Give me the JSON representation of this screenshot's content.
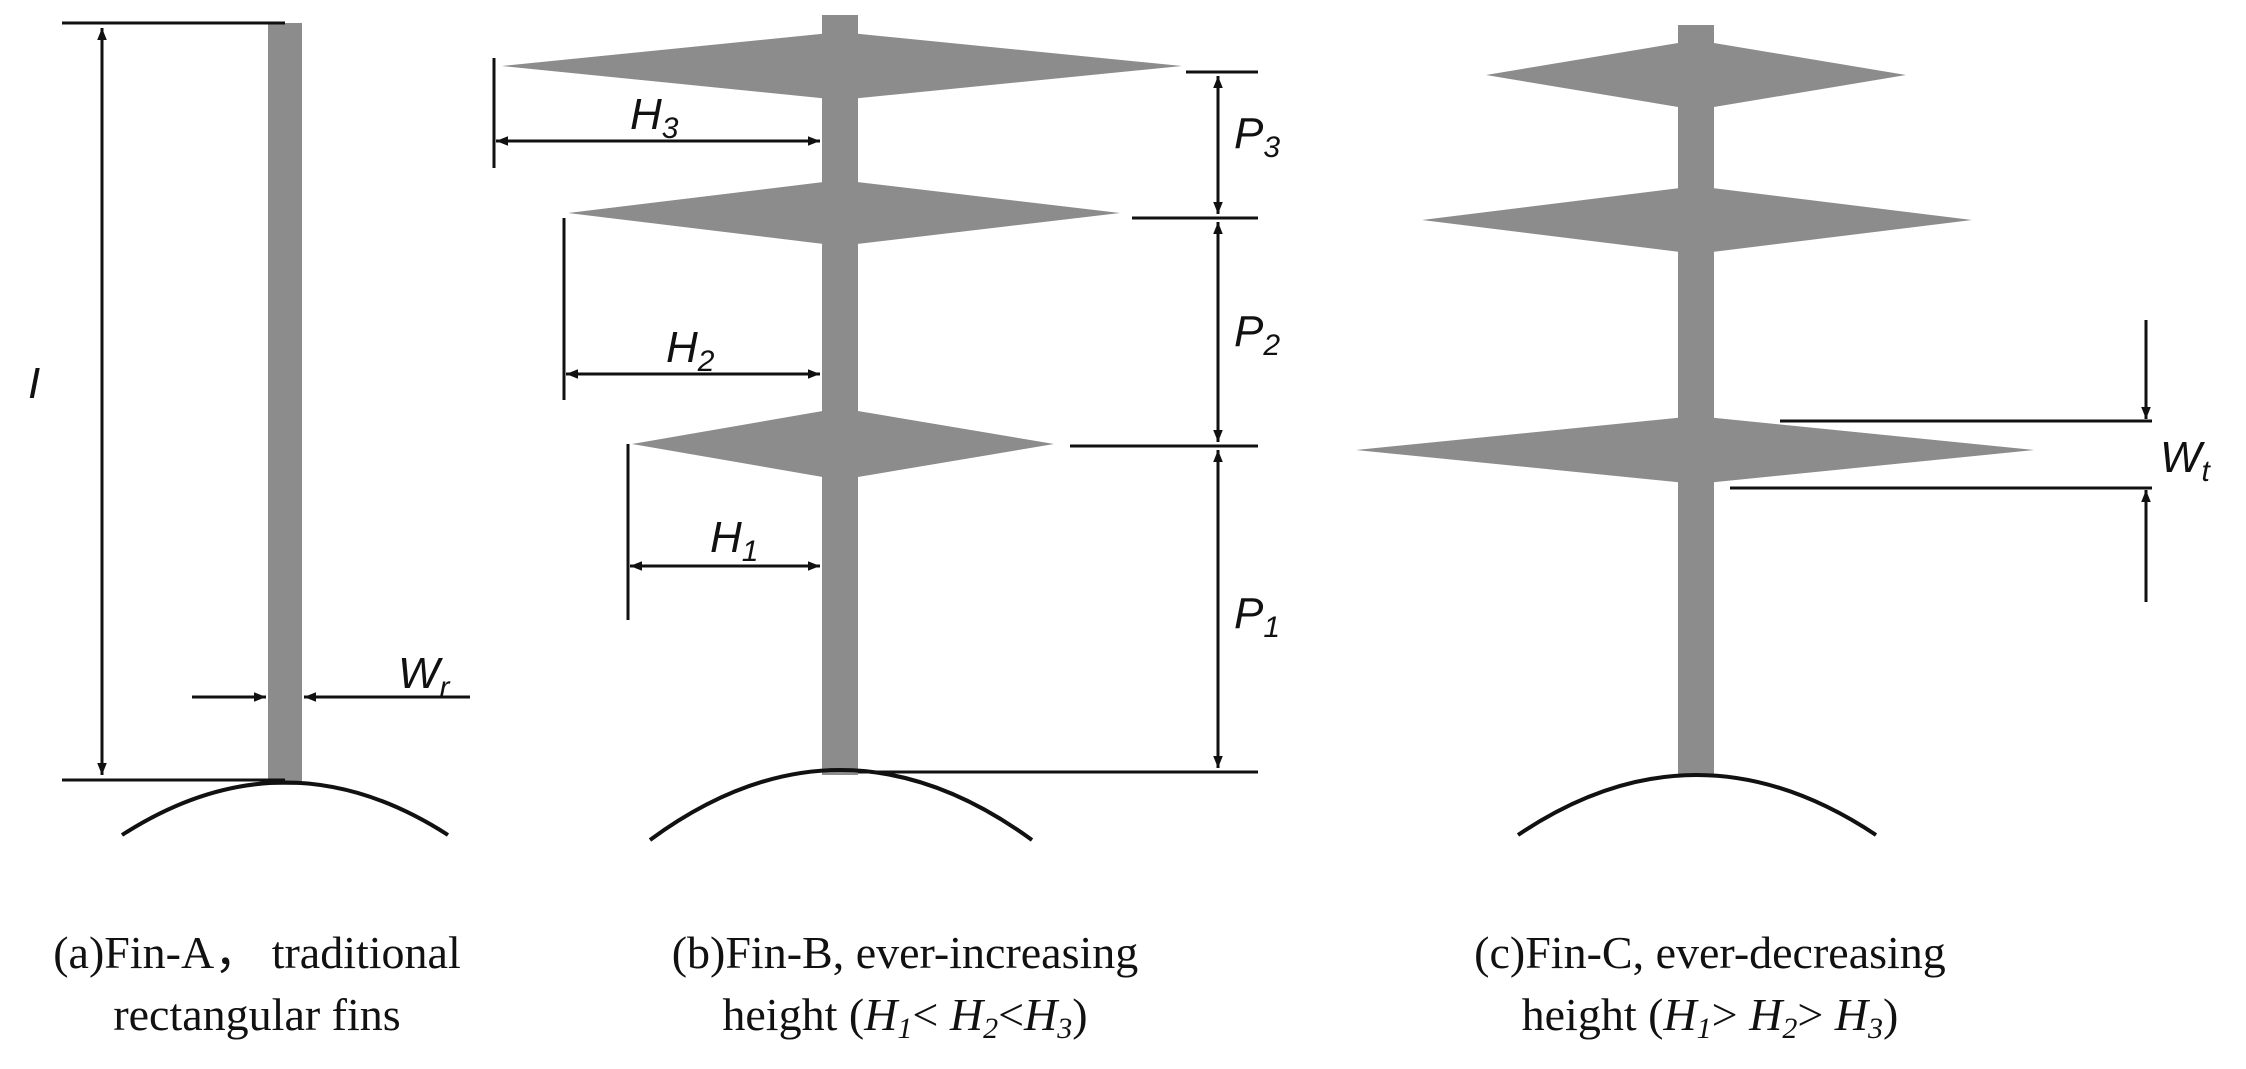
{
  "labels": {
    "l": "I",
    "wr_main": "W",
    "wr_sub": "r",
    "h3_main": "H",
    "h3_sub": "3",
    "h2_main": "H",
    "h2_sub": "2",
    "h1_main": "H",
    "h1_sub": "1",
    "p3_main": "P",
    "p3_sub": "3",
    "p2_main": "P",
    "p2_sub": "2",
    "p1_main": "P",
    "p1_sub": "1",
    "wt_main": "W",
    "wt_sub": "t"
  },
  "captions": {
    "a": {
      "line1": "(a)Fin-A， traditional",
      "line2": "rectangular fins"
    },
    "b": {
      "line1": "(b)Fin-B, ever-increasing",
      "line2_pre": "height (",
      "h1_main": "H",
      "h1_sub": "1",
      "op1": "< ",
      "h2_main": "H",
      "h2_sub": "2",
      "op2": "<",
      "h3_main": "H",
      "h3_sub": "3",
      "close": ")"
    },
    "c": {
      "line1": "(c)Fin-C, ever-decreasing",
      "line2_pre": "height (",
      "h1_main": "H",
      "h1_sub": "1",
      "op1": "> ",
      "h2_main": "H",
      "h2_sub": "2",
      "op2": "> ",
      "h3_main": "H",
      "h3_sub": "3",
      "close": ")"
    }
  },
  "colors": {
    "fin": "#8c8c8c",
    "line": "#111111",
    "background": "#ffffff"
  }
}
